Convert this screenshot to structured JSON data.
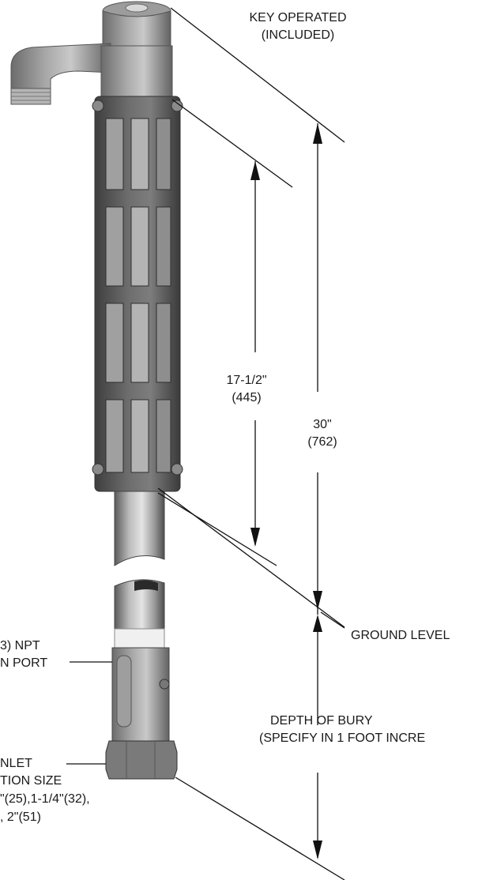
{
  "labels": {
    "key_operated_line1": "KEY OPERATED",
    "key_operated_line2": "(INCLUDED)",
    "dim_short_line1": "17-1/2\"",
    "dim_short_line2": "(445)",
    "dim_long_line1": "30\"",
    "dim_long_line2": "(762)",
    "ground_level": "GROUND LEVEL",
    "drain_port_line1": "3) NPT",
    "drain_port_line2": "N PORT",
    "depth_line1": "DEPTH OF BURY",
    "depth_line2": "(SPECIFY IN 1 FOOT INCRE",
    "inlet_line1": "NLET",
    "inlet_line2": "TION SIZE",
    "inlet_line3": "\"(25),1-1/4\"(32),",
    "inlet_line4": ", 2\"(51)"
  },
  "colors": {
    "line": "#111111",
    "metal_dark": "#4a4a4a",
    "metal_mid": "#8a8a8a",
    "metal_light": "#c8c8c8",
    "metal_highlight": "#e6e6e6"
  }
}
